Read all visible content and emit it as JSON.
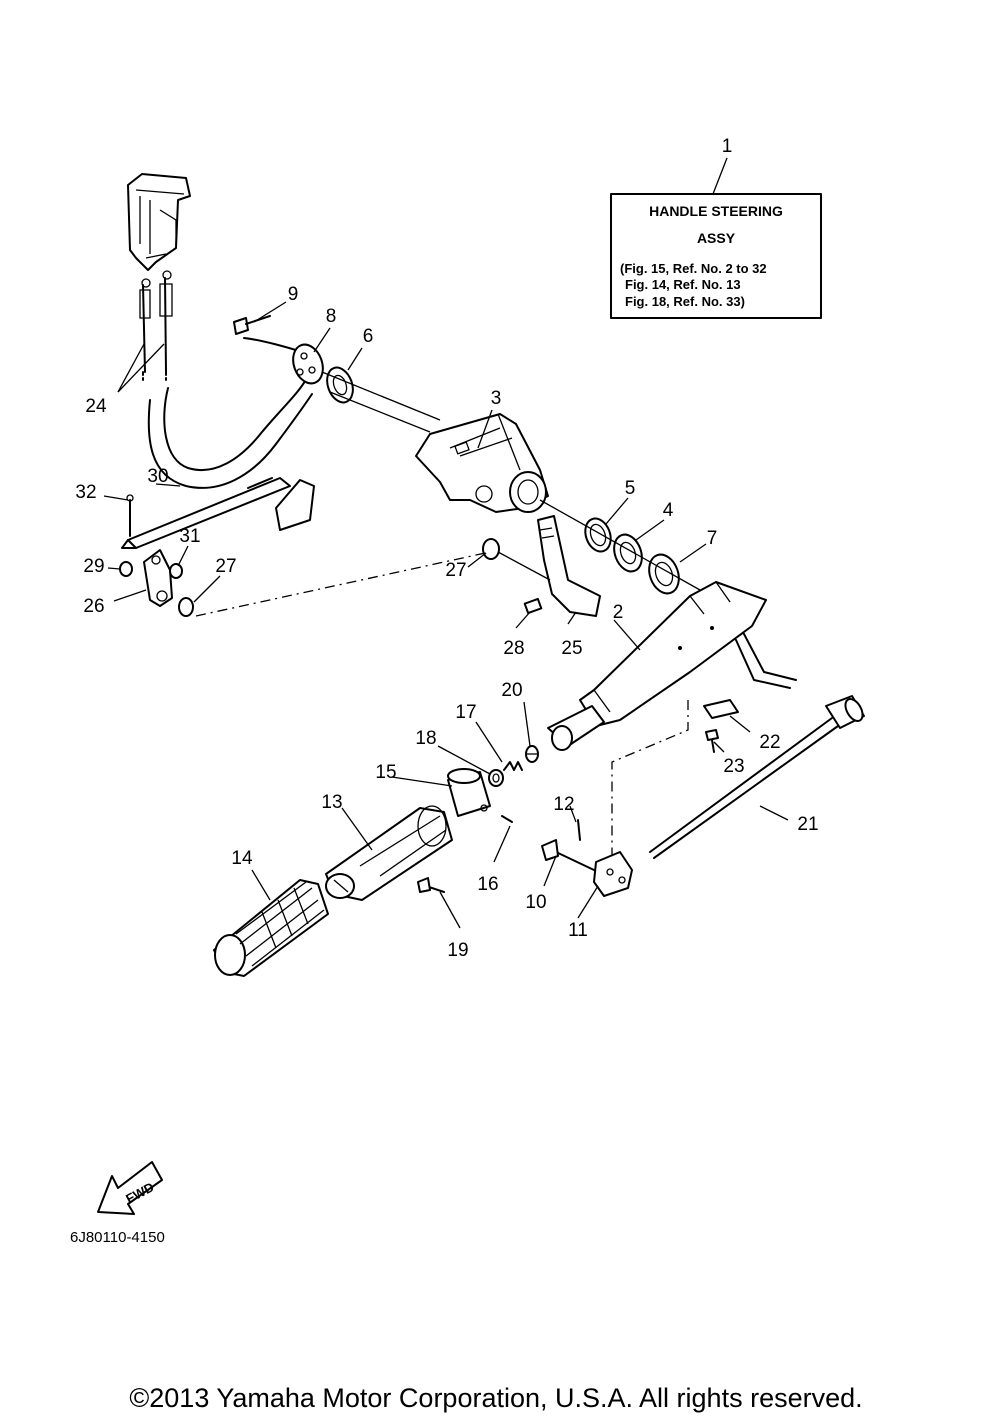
{
  "assembly_box": {
    "title_line1": "HANDLE STEERING",
    "title_line2": "ASSY",
    "ref_line1": "(Fig. 15, Ref. No. 2 to 32",
    "ref_line2": "Fig. 14, Ref. No. 13",
    "ref_line3": "Fig. 18, Ref. No. 33)"
  },
  "callouts": {
    "c1": "1",
    "c2": "2",
    "c3": "3",
    "c4": "4",
    "c5": "5",
    "c6": "6",
    "c7": "7",
    "c8": "8",
    "c9": "9",
    "c10": "10",
    "c11": "11",
    "c12": "12",
    "c13": "13",
    "c14": "14",
    "c15": "15",
    "c16": "16",
    "c17": "17",
    "c18": "18",
    "c19": "19",
    "c20": "20",
    "c21": "21",
    "c22": "22",
    "c23": "23",
    "c24": "24",
    "c25": "25",
    "c26": "26",
    "c27a": "27",
    "c27b": "27",
    "c28": "28",
    "c29": "29",
    "c30": "30",
    "c31": "31",
    "c32": "32"
  },
  "fwd_label": "FWD",
  "part_code": "6J80110-4150",
  "copyright": "©2013 Yamaha Motor Corporation, U.S.A. All rights reserved."
}
